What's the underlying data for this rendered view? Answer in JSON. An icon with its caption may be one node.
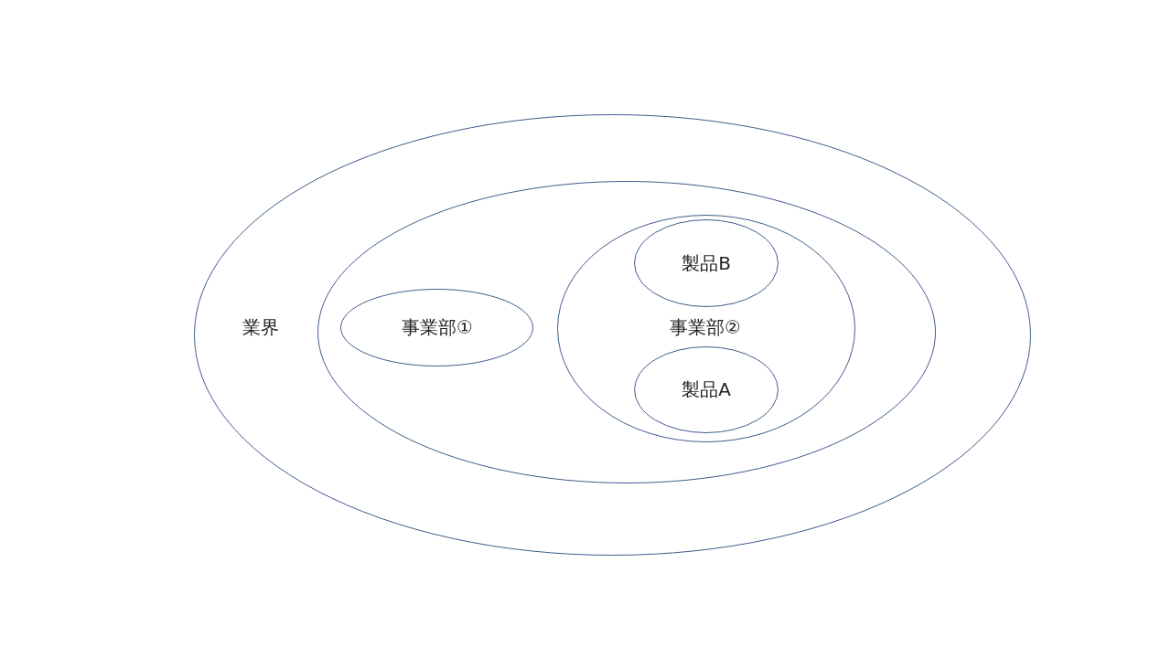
{
  "diagram": {
    "nodes": [
      {
        "text": [
          "業界"
        ]
      },
      {
        "text": [],
        "shape": "ellipse",
        "in": 0
      },
      {
        "text": [
          "事業部①"
        ],
        "in": 1
      },
      {
        "text": [
          "事業部②"
        ],
        "in": 1
      },
      {
        "text": [
          "製品B"
        ],
        "in": 3
      },
      {
        "text": [
          "製品A"
        ],
        "in": 3
      }
    ]
  }
}
